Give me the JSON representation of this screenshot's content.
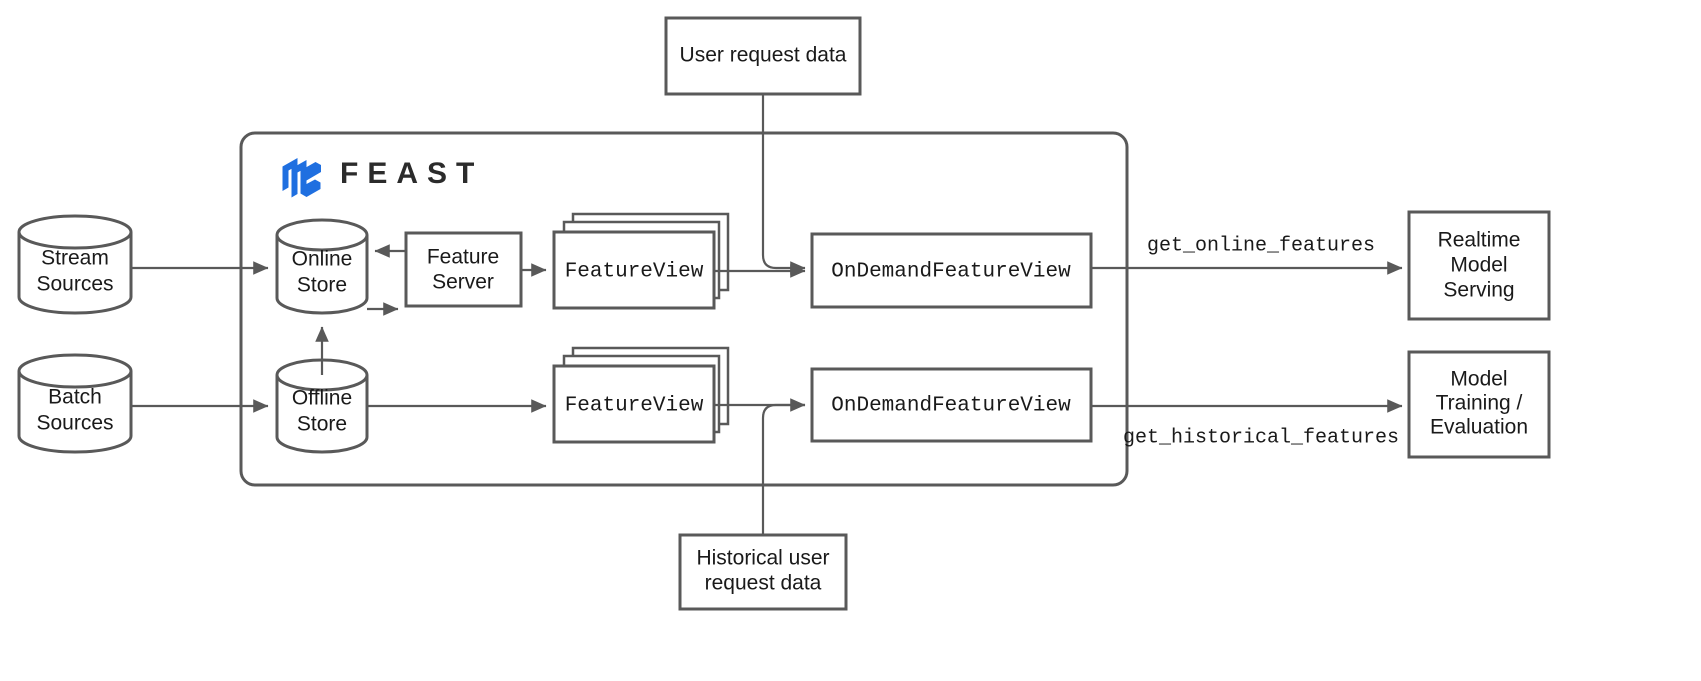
{
  "diagram": {
    "title": "Feast feature store architecture",
    "colors": {
      "stroke": "#595959",
      "text": "#1a1a1a",
      "background": "#ffffff",
      "brand_blue": "#1f6fe0",
      "brand_text": "#2b2b2b"
    },
    "brand": {
      "name": "FEAST",
      "logo_name": "feast-hexagon-logo"
    },
    "sources": [
      {
        "id": "stream-sources",
        "line1": "Stream",
        "line2": "Sources",
        "shape": "cylinder"
      },
      {
        "id": "batch-sources",
        "line1": "Batch",
        "line2": "Sources",
        "shape": "cylinder"
      }
    ],
    "stores": [
      {
        "id": "online-store",
        "line1": "Online",
        "line2": "Store",
        "shape": "cylinder"
      },
      {
        "id": "offline-store",
        "line1": "Offline",
        "line2": "Store",
        "shape": "cylinder"
      }
    ],
    "feature_server": {
      "id": "feature-server",
      "line1": "Feature",
      "line2": "Server"
    },
    "feature_views": [
      {
        "id": "feature-view-online",
        "label": "FeatureView",
        "stacked": true
      },
      {
        "id": "feature-view-offline",
        "label": "FeatureView",
        "stacked": true
      }
    ],
    "on_demand_feature_views": [
      {
        "id": "on-demand-feature-view-online",
        "label": "OnDemandFeatureView"
      },
      {
        "id": "on-demand-feature-view-offline",
        "label": "OnDemandFeatureView"
      }
    ],
    "request_inputs": [
      {
        "id": "user-request-data",
        "line1": "User request data",
        "line2": ""
      },
      {
        "id": "historical-user-request-data",
        "line1": "Historical user",
        "line2": "request data"
      }
    ],
    "consumers": [
      {
        "id": "realtime-model-serving",
        "line1": "Realtime",
        "line2": "Model",
        "line3": "Serving"
      },
      {
        "id": "model-training-evaluation",
        "line1": "Model",
        "line2": "Training /",
        "line3": "Evaluation"
      }
    ],
    "api_labels": [
      {
        "id": "get-online-features",
        "text": "get_online_features"
      },
      {
        "id": "get-historical-features",
        "text": "get_historical_features"
      }
    ]
  }
}
